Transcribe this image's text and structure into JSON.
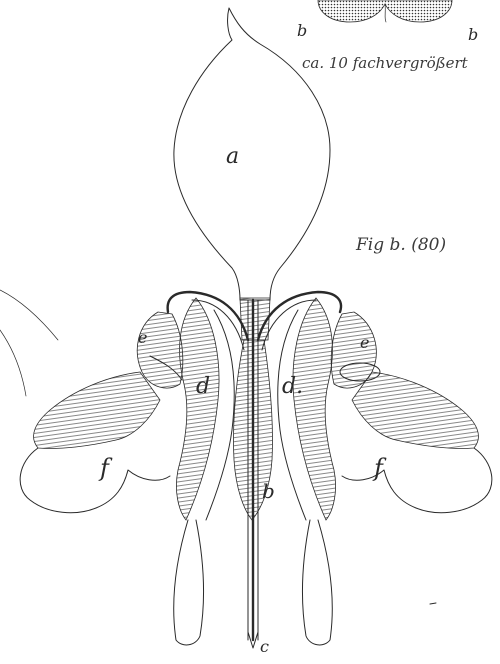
{
  "magnification_caption": "ca. 10 fachvergrößert",
  "figure_caption": "Fig b. (80)",
  "labels": {
    "a": "a",
    "b": "b",
    "c": "c",
    "d": "d",
    "e": "e",
    "f": "f",
    "d_right": "d."
  },
  "inset_labels": {
    "left": "b",
    "right": "b"
  }
}
